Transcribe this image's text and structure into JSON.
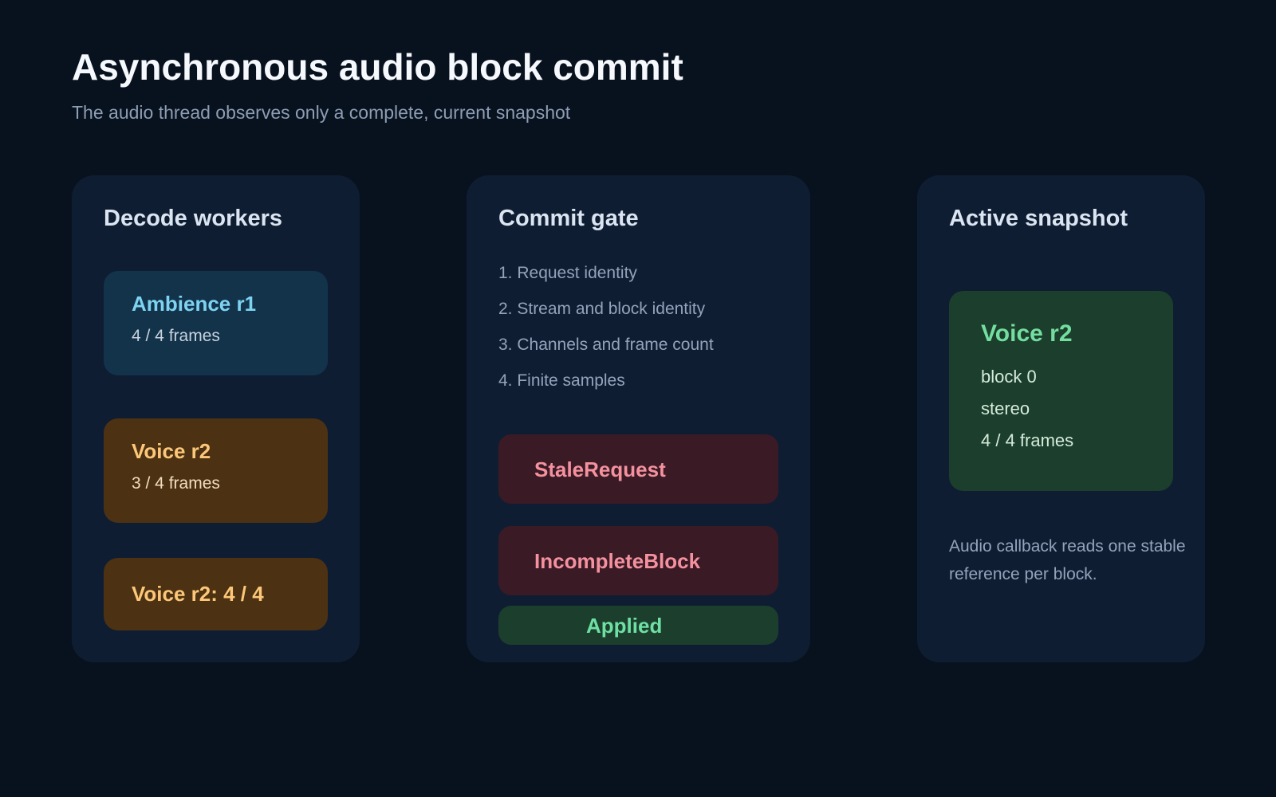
{
  "header": {
    "title": "Asynchronous audio block commit",
    "subtitle": "The audio thread observes only a complete, current snapshot"
  },
  "workers": {
    "title": "Decode workers",
    "cards": [
      {
        "title": "Ambience r1",
        "detail": "4 / 4 frames"
      },
      {
        "title": "Voice r2",
        "detail": "3 / 4 frames"
      },
      {
        "title": "Voice r2: 4 / 4"
      }
    ]
  },
  "gate": {
    "title": "Commit gate",
    "steps": [
      "1. Request identity",
      "2. Stream and block identity",
      "3. Channels and frame count",
      "4. Finite samples"
    ],
    "outcomes": [
      {
        "label": "StaleRequest"
      },
      {
        "label": "IncompleteBlock"
      },
      {
        "label": "Applied"
      }
    ]
  },
  "snapshot": {
    "title": "Active snapshot",
    "card": {
      "title": "Voice r2",
      "lines": [
        "block 0",
        "stereo",
        "4 / 4 frames"
      ]
    },
    "note": "Audio callback reads one stable reference per block."
  },
  "colors": {
    "background": "#08111e",
    "panel": "#0f1d33",
    "blue_card": "#13334b",
    "amber_card": "#4c3213",
    "green_card": "#1b3f2c",
    "red_card": "#3a1a25",
    "accent_blue": "#7dd3f0",
    "accent_amber": "#fcc779",
    "accent_green": "#6ee0a3",
    "accent_red": "#f4919f"
  }
}
